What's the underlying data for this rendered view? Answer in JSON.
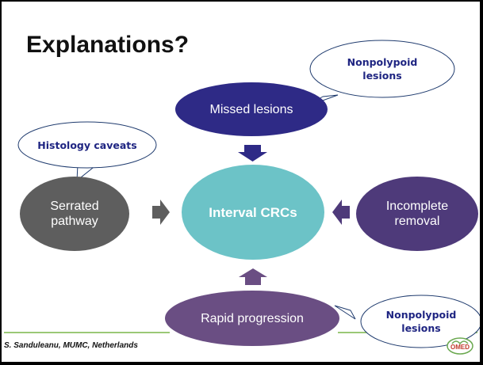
{
  "slide": {
    "title": "Explanations?",
    "footer": "S. Sanduleanu, MUMC, Netherlands",
    "logo_text": "OMED"
  },
  "nodes": {
    "center": "Interval CRCs",
    "top": "Missed lesions",
    "left": "Serrated pathway",
    "right": "Incomplete removal",
    "bottom": "Rapid progression"
  },
  "callouts": {
    "top_right": "Nonpolypoid lesions",
    "left": "Histology caveats",
    "bottom_right": "Nonpolypoid lesions"
  },
  "colors": {
    "center": "#6cc3c7",
    "top": "#2e2a86",
    "left": "#5e5e5e",
    "right": "#4e3a7a",
    "bottom": "#6a4e83",
    "arrow_top": "#2e2a86",
    "arrow_left": "#5e5e5e",
    "arrow_right": "#4e3a7a",
    "arrow_bottom": "#6a4e83",
    "callout_text": "#1f2582",
    "rule": "#7ab648"
  }
}
